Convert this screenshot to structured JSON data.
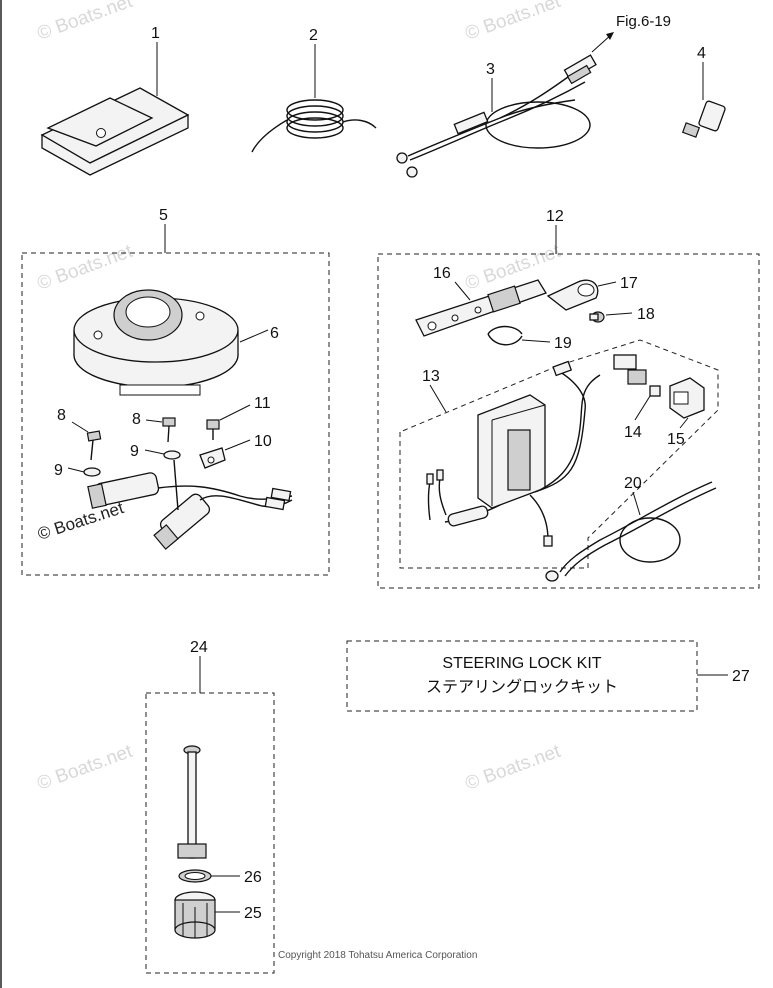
{
  "figure_ref": "Fig.6-19",
  "callouts": [
    "1",
    "2",
    "3",
    "4",
    "5",
    "6",
    "8",
    "8",
    "9",
    "9",
    "10",
    "11",
    "12",
    "13",
    "14",
    "15",
    "16",
    "17",
    "18",
    "19",
    "20",
    "24",
    "25",
    "26",
    "27"
  ],
  "kit": {
    "title_en": "STEERING LOCK KIT",
    "title_jp": "ステアリングロックキット"
  },
  "watermark": "© Boats.net",
  "copyright": "Copyright 2018 Tohatsu America Corporation"
}
